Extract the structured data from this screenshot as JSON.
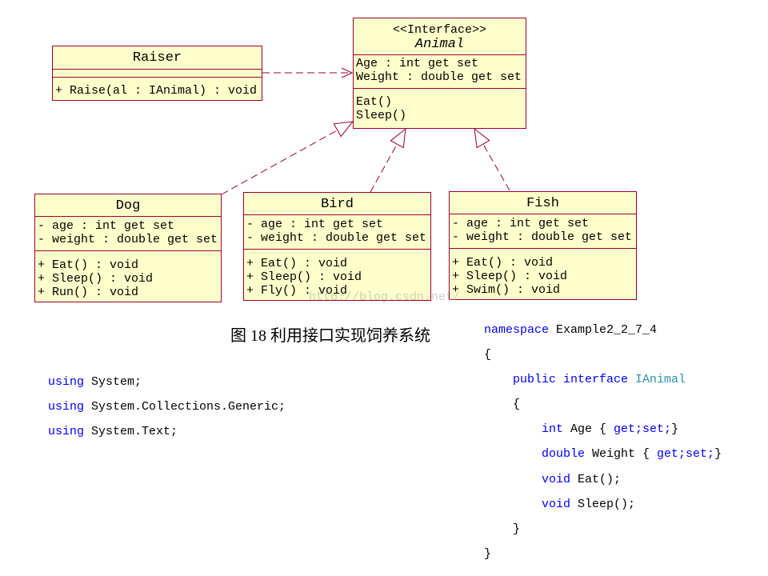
{
  "diagram": {
    "raiser": {
      "name": "Raiser",
      "attributes": [],
      "operations": [
        "+ Raise(al : IAnimal) : void"
      ]
    },
    "animal": {
      "stereotype": "<<Interface>>",
      "name": "Animal",
      "attributes": [
        "Age : int get set",
        "Weight : double get set"
      ],
      "operations": [
        "Eat()",
        "Sleep()"
      ]
    },
    "dog": {
      "name": "Dog",
      "attributes": [
        "- age : int get set",
        "- weight : double get set"
      ],
      "operations": [
        "+ Eat() : void",
        "+ Sleep() : void",
        "+ Run() : void"
      ]
    },
    "bird": {
      "name": "Bird",
      "attributes": [
        "- age : int get set",
        "- weight : double get set"
      ],
      "operations": [
        "+ Eat() : void",
        "+ Sleep() : void",
        "+ Fly() : void"
      ]
    },
    "fish": {
      "name": "Fish",
      "attributes": [
        "- age : int get set",
        "- weight : double get set"
      ],
      "operations": [
        "+ Eat() : void",
        "+ Sleep() : void",
        "+ Swim() : void"
      ]
    },
    "watermark": "http://blog.csdn.net/"
  },
  "caption": "图 18 利用接口实现饲养系统",
  "code_left": {
    "lines": [
      {
        "tokens": [
          {
            "text": "using",
            "color": "#0000FF"
          },
          {
            "text": " System;",
            "color": "#000000"
          }
        ]
      },
      {
        "tokens": [
          {
            "text": "using",
            "color": "#0000FF"
          },
          {
            "text": " System.Collections.Generic;",
            "color": "#000000"
          }
        ]
      },
      {
        "tokens": [
          {
            "text": "using",
            "color": "#0000FF"
          },
          {
            "text": " System.Text;",
            "color": "#000000"
          }
        ]
      }
    ]
  },
  "code_right": {
    "lines": [
      {
        "tokens": [
          {
            "text": "namespace",
            "color": "#0000FF"
          },
          {
            "text": " Example2_2_7_4",
            "color": "#000000"
          }
        ]
      },
      {
        "tokens": [
          {
            "text": "{",
            "color": "#000000"
          }
        ]
      },
      {
        "tokens": [
          {
            "text": "    public interface",
            "color": "#0000FF"
          },
          {
            "text": " IAnimal",
            "color": "#2B91AF"
          }
        ]
      },
      {
        "tokens": [
          {
            "text": "    {",
            "color": "#000000"
          }
        ]
      },
      {
        "tokens": [
          {
            "text": "        int",
            "color": "#0000FF"
          },
          {
            "text": " Age { ",
            "color": "#000000"
          },
          {
            "text": "get;set;",
            "color": "#0000FF"
          },
          {
            "text": "}",
            "color": "#000000"
          }
        ]
      },
      {
        "tokens": [
          {
            "text": "        double",
            "color": "#0000FF"
          },
          {
            "text": " Weight { ",
            "color": "#000000"
          },
          {
            "text": "get;set;",
            "color": "#0000FF"
          },
          {
            "text": "}",
            "color": "#000000"
          }
        ]
      },
      {
        "tokens": [
          {
            "text": "        void",
            "color": "#0000FF"
          },
          {
            "text": " Eat();",
            "color": "#000000"
          }
        ]
      },
      {
        "tokens": [
          {
            "text": "        void",
            "color": "#0000FF"
          },
          {
            "text": " Sleep();",
            "color": "#000000"
          }
        ]
      },
      {
        "tokens": [
          {
            "text": "    }",
            "color": "#000000"
          }
        ]
      },
      {
        "tokens": [
          {
            "text": "}",
            "color": "#000000"
          }
        ]
      }
    ]
  },
  "colors": {
    "box_fill": "#FFFFCC",
    "box_border": "#990033",
    "connector": "#990033"
  }
}
